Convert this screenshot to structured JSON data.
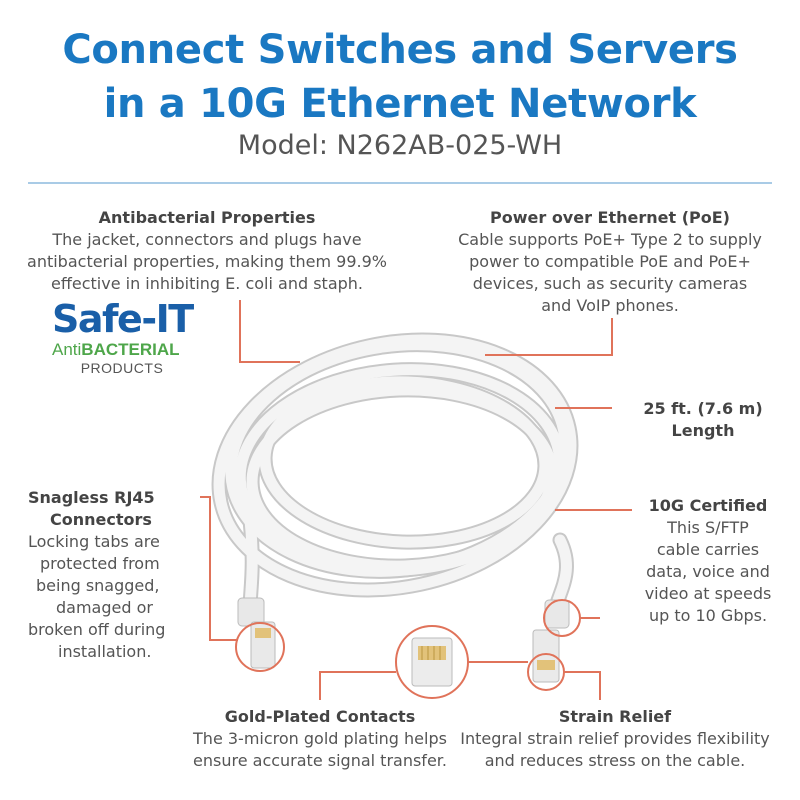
{
  "header": {
    "title_line1": "Connect Switches and Servers",
    "title_line2": "in a 10G Ethernet Network",
    "model": "Model: N262AB-025-WH"
  },
  "logo": {
    "main": "Safe-IT",
    "sub_prefix": "Anti",
    "sub_bold": "BACTERIAL",
    "products": "PRODUCTS"
  },
  "callouts": {
    "antibacterial": {
      "heading": "Antibacterial Properties",
      "lines": [
        "The jacket, connectors and plugs have",
        "antibacterial properties, making them 99.9%",
        "effective in inhibiting E. coli and staph."
      ]
    },
    "poe": {
      "heading": "Power over Ethernet (PoE)",
      "lines": [
        "Cable supports PoE+ Type 2 to supply",
        "power to compatible PoE and PoE+",
        "devices, such as security cameras",
        "and VoIP phones."
      ]
    },
    "length": {
      "heading_line1": "25 ft. (7.6 m)",
      "heading_line2": "Length"
    },
    "certified": {
      "heading": "10G Certified",
      "lines": [
        "This S/FTP",
        "cable carries",
        "data, voice and",
        "video at speeds",
        "up to 10 Gbps."
      ]
    },
    "snagless": {
      "heading_line1": "Snagless RJ45",
      "heading_line2": "Connectors",
      "lines": [
        "Locking tabs are",
        "protected from",
        "being snagged,",
        "damaged or",
        "broken off during",
        "installation."
      ]
    },
    "gold": {
      "heading": "Gold-Plated Contacts",
      "lines": [
        "The 3-micron gold plating helps",
        "ensure accurate signal transfer."
      ]
    },
    "strain": {
      "heading": "Strain Relief",
      "lines": [
        "Integral strain relief provides flexibility",
        "and reduces stress on the cable."
      ]
    }
  },
  "colors": {
    "title_blue": "#1a78c2",
    "callout_line": "#e0735a",
    "divider": "#a9cbe6"
  }
}
